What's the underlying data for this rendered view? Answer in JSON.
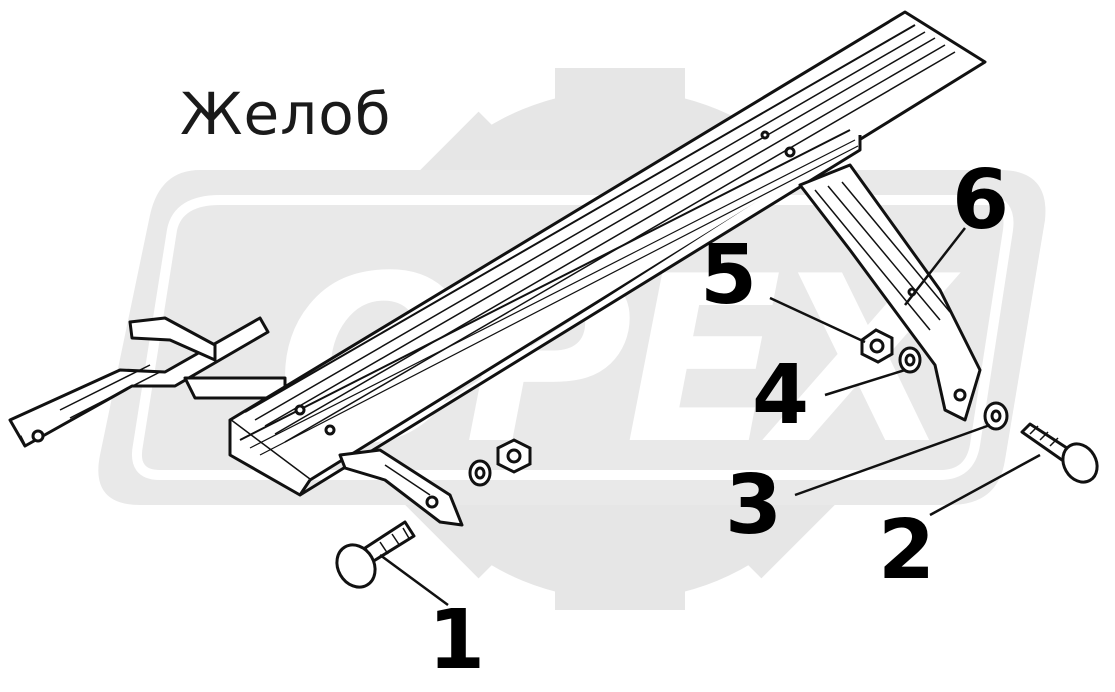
{
  "diagram": {
    "title": "Желоб",
    "watermark_text": "ОРЕХ",
    "callouts": {
      "c1": "1",
      "c2": "2",
      "c3": "3",
      "c4": "4",
      "c5": "5",
      "c6": "6"
    }
  }
}
